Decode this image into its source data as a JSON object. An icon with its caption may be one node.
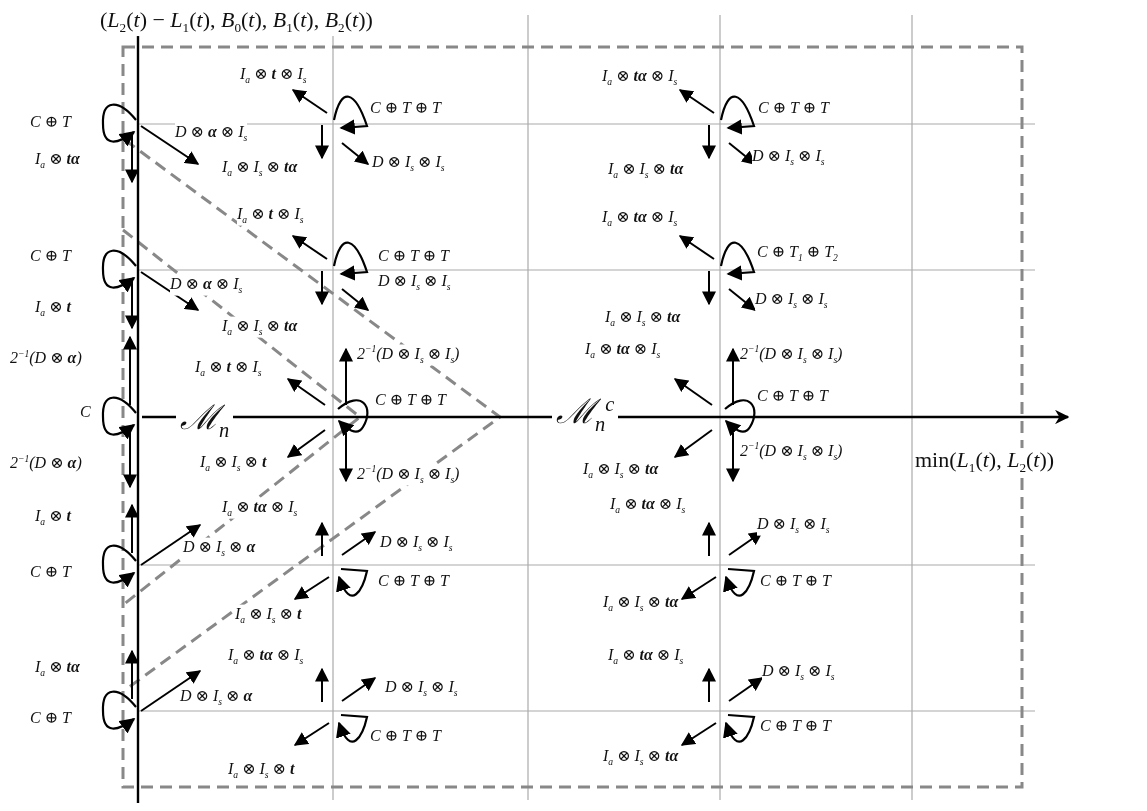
{
  "diagram": {
    "labels": [
      "(*L*$_{2}$(*t*) − *L*$_{1}$(*t*), *B*$_{0}$(*t*), *B*$_{1}$(*t*), *B*$_{2}$(*t*))",
      "I$_{a}$ ⊗ **t** ⊗ I$_{s}$",
      "I$_{a}$ ⊗ **tα** ⊗ I$_{s}$",
      "C ⊕ T",
      "C ⊕ T ⊕ T",
      "C ⊕ T ⊕ T",
      "D ⊗ **α** ⊗ I$_{s}$",
      "I$_{a}$ ⊗ **tα**",
      "D ⊗ I$_{s}$ ⊗ I$_{s}$",
      "D ⊗ I$_{s}$ ⊗ I$_{s}$",
      "I$_{a}$ ⊗ I$_{s}$ ⊗ **tα**",
      "I$_{a}$ ⊗ I$_{s}$ ⊗ **tα**",
      "I$_{a}$ ⊗ **t** ⊗ I$_{s}$",
      "I$_{a}$ ⊗ **tα** ⊗ I$_{s}$",
      "C ⊕ T",
      "C ⊕ T ⊕ T",
      "C ⊕ T$_{1}$ ⊕ T$_{2}$",
      "D ⊗ **α** ⊗ I$_{s}$",
      "D ⊗ I$_{s}$ ⊗ I$_{s}$",
      "D ⊗ I$_{s}$ ⊗ I$_{s}$",
      "I$_{a}$ ⊗ **t**",
      "I$_{a}$ ⊗ I$_{s}$ ⊗ **tα**",
      "I$_{a}$ ⊗ I$_{s}$ ⊗ **tα**",
      "2$^{−1}$(D ⊗ **α**)",
      "2$^{−1}$(D ⊗ I$_{s}$ ⊗ I$_{s}$)",
      "I$_{a}$ ⊗ **tα** ⊗ I$_{s}$",
      "2$^{−1}$(D ⊗ I$_{s}$ ⊗ I$_{s}$)",
      "I$_{a}$ ⊗ **t** ⊗ I$_{s}$",
      "C ⊕ T ⊕ T",
      "C ⊕ T ⊕ T",
      "C",
      "ℳ$_{n}$",
      "ℳ$_{n}$$^{c}$",
      "2$^{−1}$(D ⊗ **α**)",
      "I$_{a}$ ⊗ I$_{s}$ ⊗ **t**",
      "2$^{−1}$(D ⊗ I$_{s}$ ⊗ I$_{s}$)",
      "I$_{a}$ ⊗ I$_{s}$ ⊗ **tα**",
      "2$^{−1}$(D ⊗ I$_{s}$ ⊗ I$_{s}$)",
      "min(*L*$_{1}$(*t*), *L*$_{2}$(*t*))",
      "I$_{a}$ ⊗ **tα** ⊗ I$_{s}$",
      "I$_{a}$ ⊗ **tα** ⊗ I$_{s}$",
      "I$_{a}$ ⊗ **t**",
      "D ⊗ I$_{s}$ ⊗ I$_{s}$",
      "D ⊗ I$_{s}$ ⊗ **α**",
      "D ⊗ I$_{s}$ ⊗ I$_{s}$",
      "C ⊕ T",
      "C ⊕ T ⊕ T",
      "C ⊕ T ⊕ T",
      "I$_{a}$ ⊗ I$_{s}$ ⊗ **tα**",
      "I$_{a}$ ⊗ I$_{s}$ ⊗ **t**",
      "I$_{a}$ ⊗ **tα** ⊗ I$_{s}$",
      "I$_{a}$ ⊗ **tα** ⊗ I$_{s}$",
      "I$_{a}$ ⊗ **tα**",
      "D ⊗ I$_{s}$ ⊗ I$_{s}$",
      "D ⊗ I$_{s}$ ⊗ I$_{s}$",
      "D ⊗ I$_{s}$ ⊗ **α**",
      "C ⊕ T",
      "C ⊕ T ⊕ T",
      "C ⊕ T ⊕ T",
      "I$_{a}$ ⊗ I$_{s}$ ⊗ **tα**",
      "I$_{a}$ ⊗ I$_{s}$ ⊗ **t**"
    ]
  }
}
